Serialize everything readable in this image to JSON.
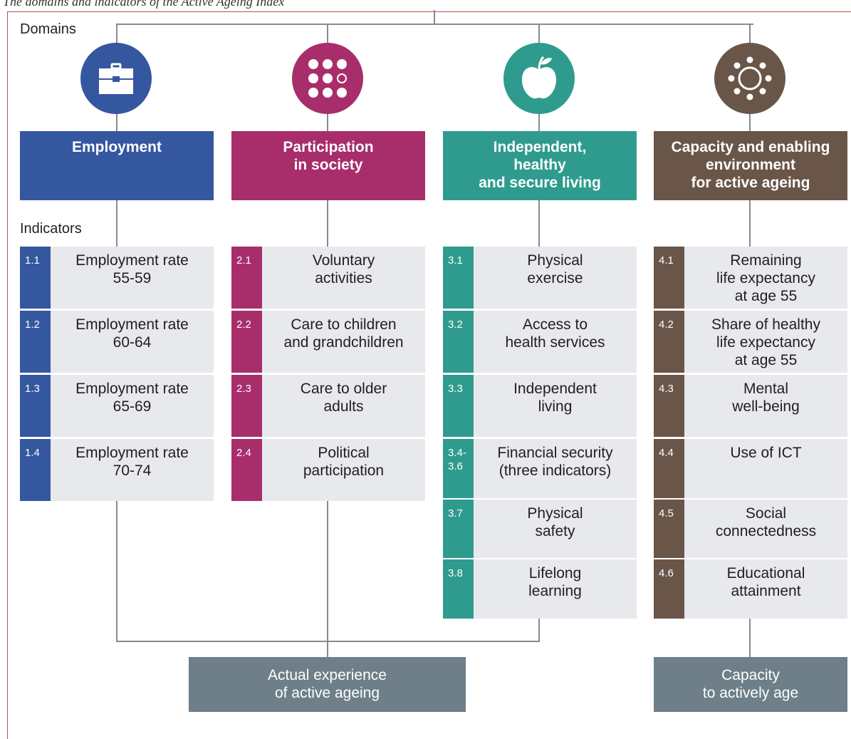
{
  "caption": "The domains and indicators of the Active Ageing Index",
  "labels": {
    "domains": "Domains",
    "indicators": "Indicators"
  },
  "colors": {
    "employment": "#35579f",
    "participation": "#a72e6a",
    "independent": "#2f9b8e",
    "capacity": "#6a5549",
    "indicator_bg": "#e8e9ec",
    "outcome_bg": "#6e7f89",
    "connector": "#8a8a8a"
  },
  "domains": [
    {
      "icon": "briefcase-icon",
      "title": "Employment",
      "indicators": [
        {
          "code": "1.1",
          "name": "Employment rate\n55-59"
        },
        {
          "code": "1.2",
          "name": "Employment rate\n60-64"
        },
        {
          "code": "1.3",
          "name": "Employment rate\n65-69"
        },
        {
          "code": "1.4",
          "name": "Employment rate\n70-74"
        }
      ]
    },
    {
      "icon": "dots-grid-icon",
      "title": "Participation\nin society",
      "indicators": [
        {
          "code": "2.1",
          "name": "Voluntary\nactivities"
        },
        {
          "code": "2.2",
          "name": "Care to children\nand grandchildren"
        },
        {
          "code": "2.3",
          "name": "Care to older\nadults"
        },
        {
          "code": "2.4",
          "name": "Political\nparticipation"
        }
      ]
    },
    {
      "icon": "apple-icon",
      "title": "Independent,\nhealthy\nand secure living",
      "indicators": [
        {
          "code": "3.1",
          "name": "Physical\nexercise"
        },
        {
          "code": "3.2",
          "name": "Access to\nhealth services"
        },
        {
          "code": "3.3",
          "name": "Independent\nliving"
        },
        {
          "code": "3.4-\n3.6",
          "name": "Financial security\n(three indicators)"
        },
        {
          "code": "3.7",
          "name": "Physical\nsafety"
        },
        {
          "code": "3.8",
          "name": "Lifelong\nlearning"
        }
      ]
    },
    {
      "icon": "sun-dots-icon",
      "title": "Capacity and enabling\nenvironment\nfor active ageing",
      "indicators": [
        {
          "code": "4.1",
          "name": "Remaining\nlife expectancy\nat age 55"
        },
        {
          "code": "4.2",
          "name": "Share of healthy\nlife expectancy\nat age 55"
        },
        {
          "code": "4.3",
          "name": "Mental\nwell-being"
        },
        {
          "code": "4.4",
          "name": "Use of ICT"
        },
        {
          "code": "4.5",
          "name": "Social\nconnectedness"
        },
        {
          "code": "4.6",
          "name": "Educational\nattainment"
        }
      ]
    }
  ],
  "outcomes": [
    {
      "text": "Actual experience\nof active ageing"
    },
    {
      "text": "Capacity\nto actively age"
    }
  ]
}
